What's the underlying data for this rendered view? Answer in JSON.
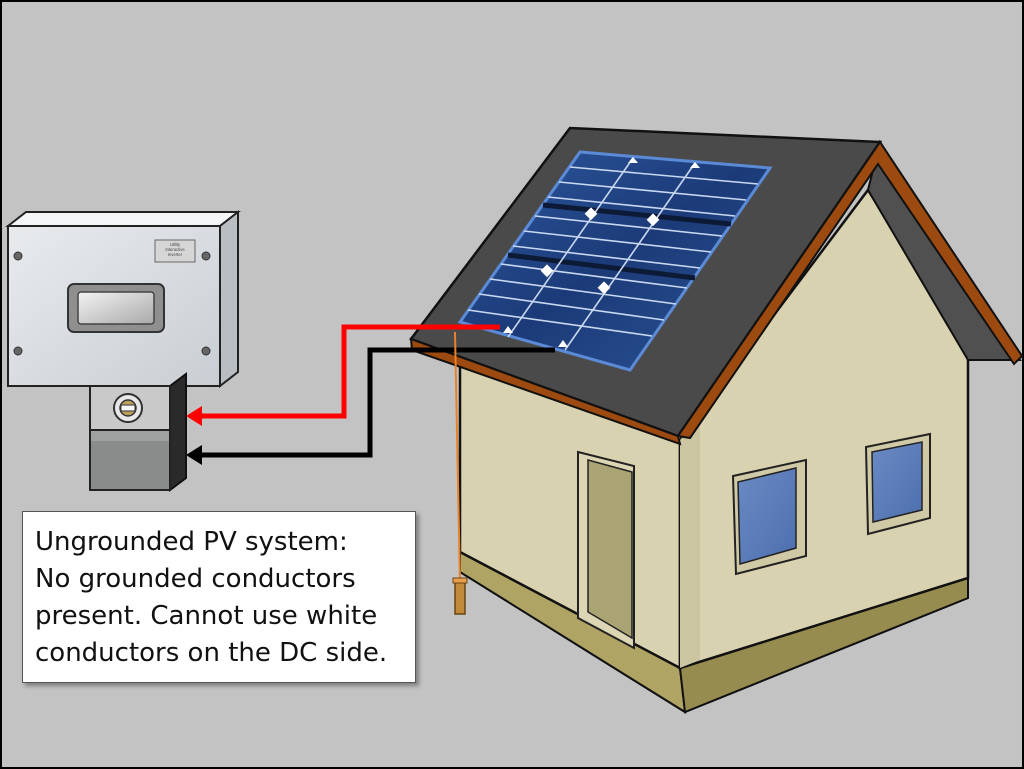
{
  "callout": {
    "lines": [
      "Ungrounded PV system:",
      "No grounded conductors",
      "present. Cannot use white",
      "conductors on the DC side."
    ]
  },
  "inverter": {
    "nameplate_text": "Utility Interactive Inverter"
  },
  "colors": {
    "background": "#c3c3c3",
    "positive_conductor": "#ff0000",
    "negative_conductor": "#000000",
    "ground_wire": "#e8822a",
    "roof": "#4a4a4a",
    "trim": "#9c4a0f",
    "wall": "#d8d2b0",
    "foundation": "#a89c5c",
    "pv_cells": "#1f3f7a"
  },
  "icons": [
    "inverter-box",
    "pv-module",
    "house",
    "ground-rod"
  ]
}
